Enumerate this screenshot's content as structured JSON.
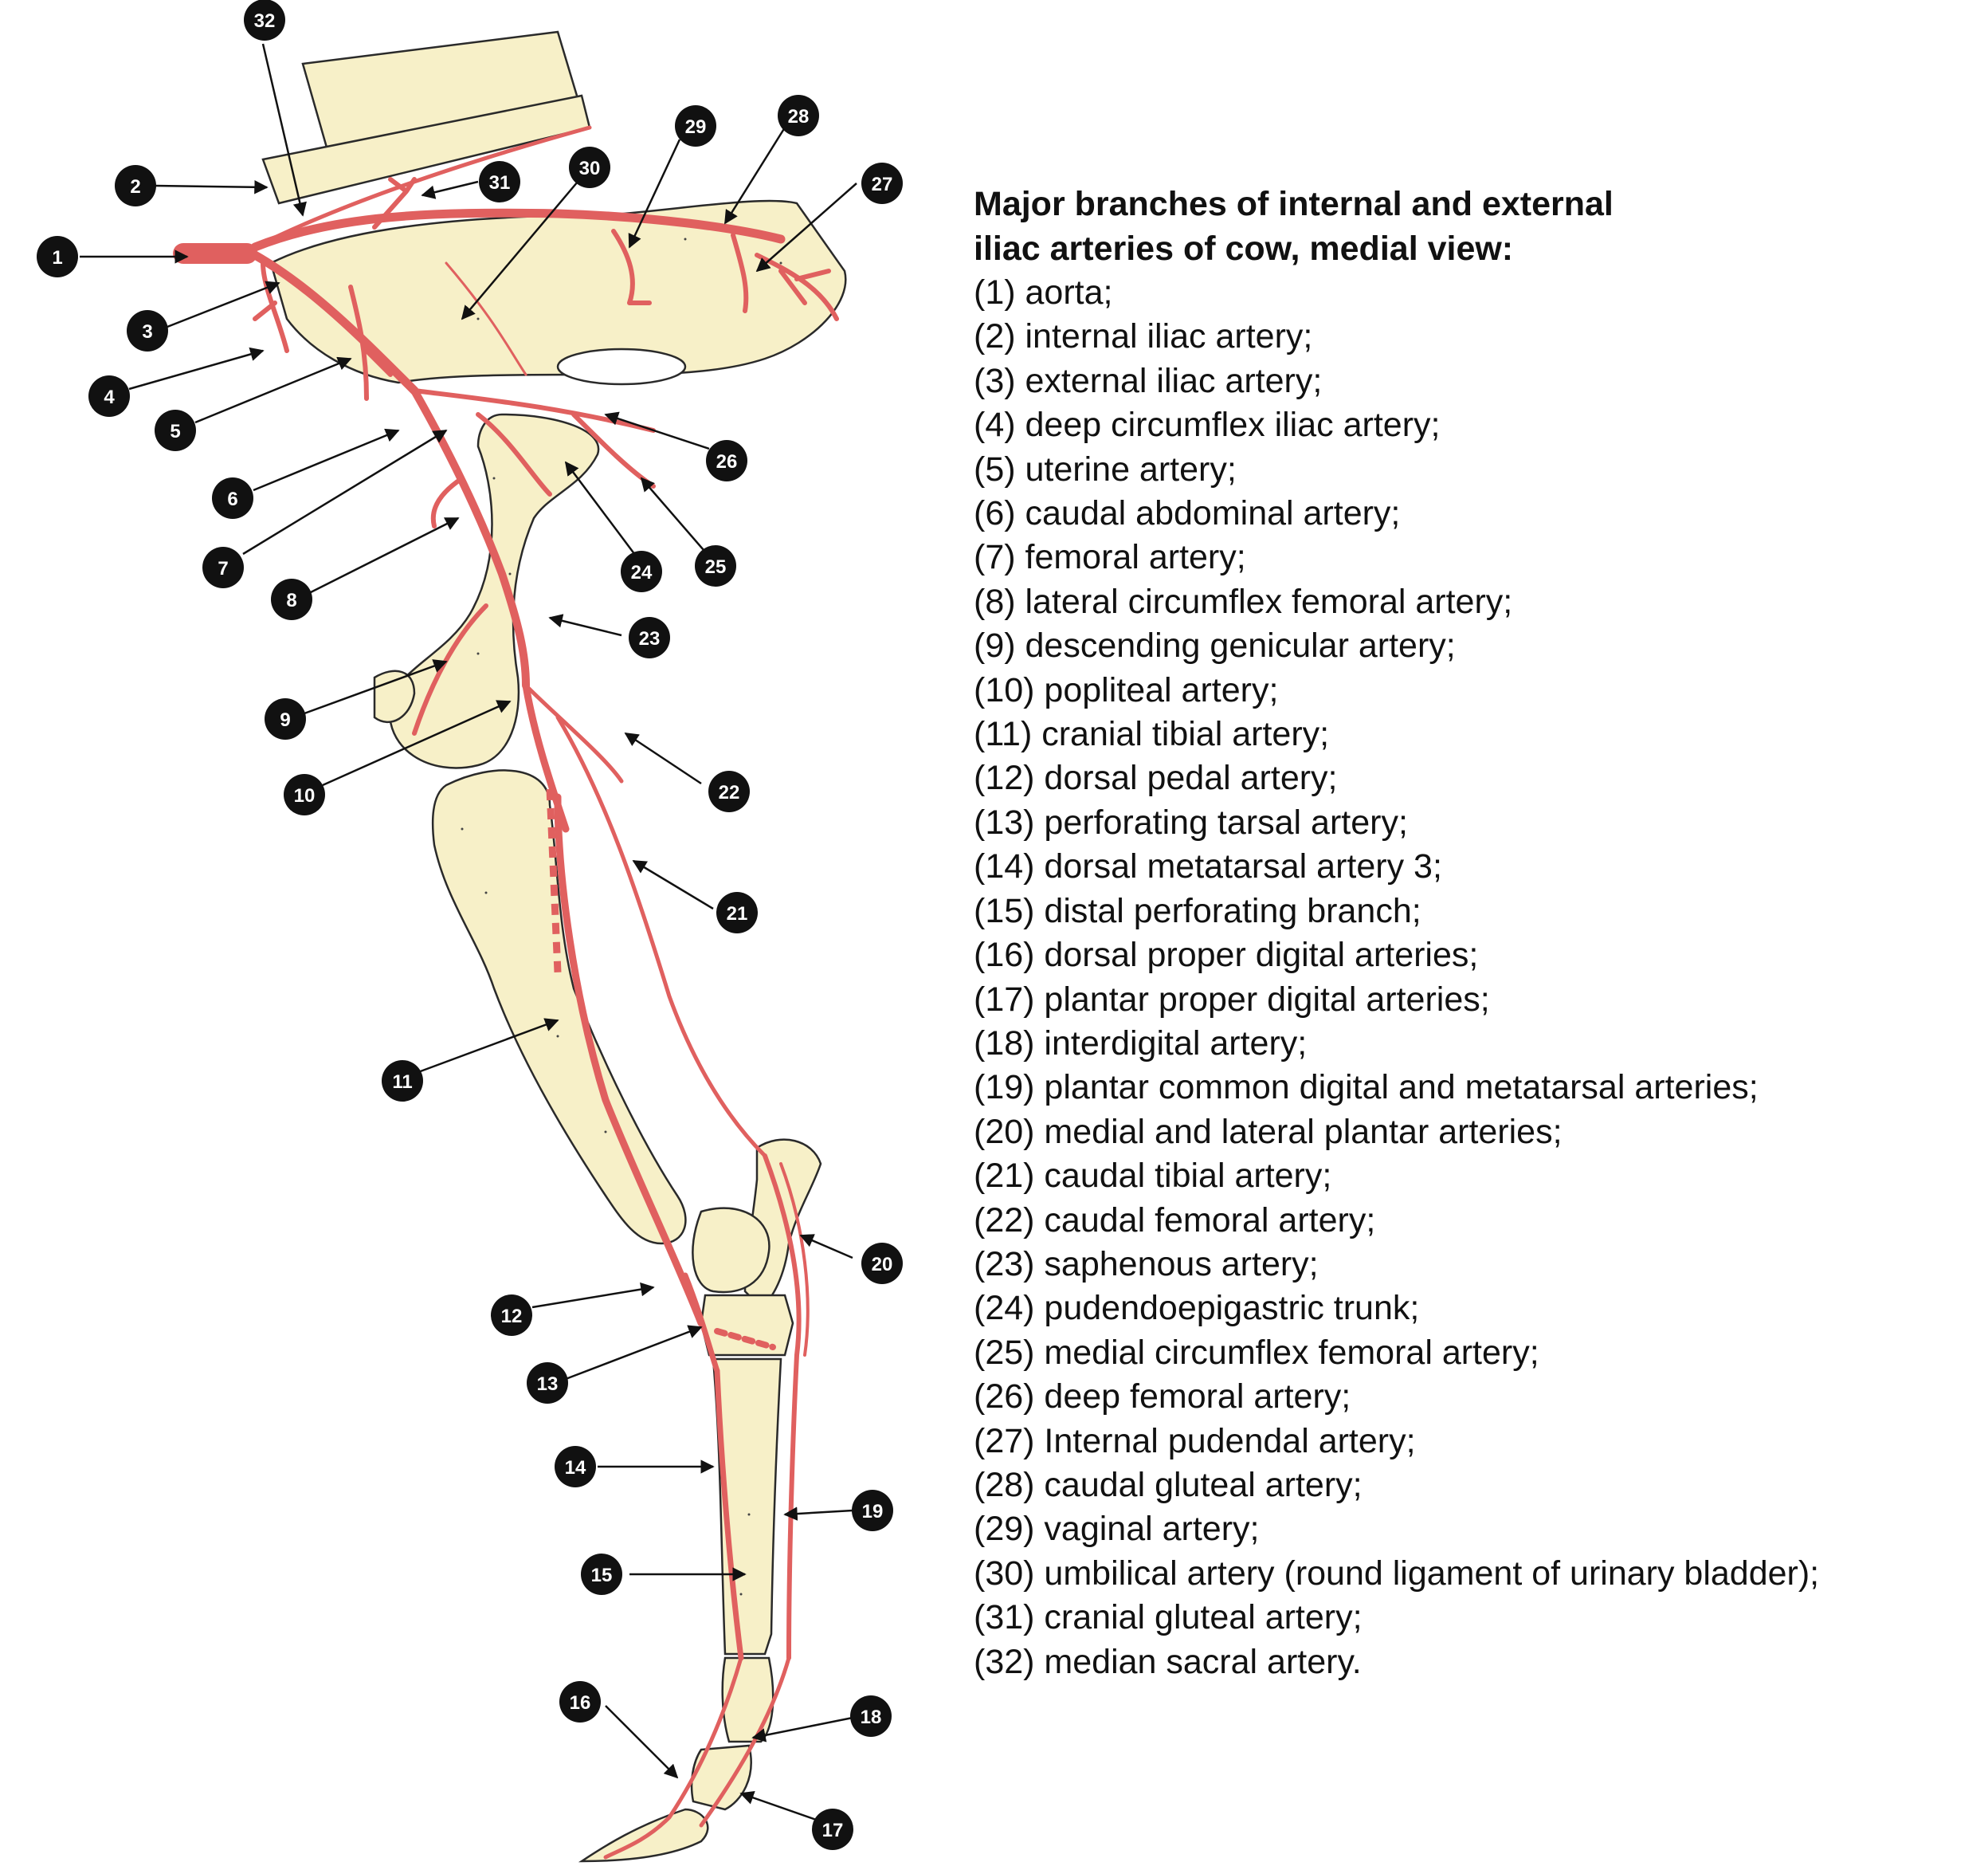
{
  "title_line1": "Major branches of internal and external",
  "title_line2": "iliac arteries of cow, medial view:",
  "legend": [
    "(1) aorta;",
    "(2) internal iliac artery;",
    "(3) external iliac artery;",
    "(4) deep circumflex iliac artery;",
    "(5) uterine artery;",
    "(6) caudal abdominal artery;",
    "(7) femoral artery;",
    "(8) lateral circumflex femoral artery;",
    "(9) descending genicular artery;",
    "(10) popliteal artery;",
    "(11) cranial tibial artery;",
    "(12) dorsal pedal artery;",
    "(13) perforating tarsal artery;",
    "(14) dorsal metatarsal artery 3;",
    "(15) distal perforating branch;",
    "(16) dorsal proper digital arteries;",
    "(17) plantar proper digital arteries;",
    "(18) interdigital artery;",
    "(19) plantar common digital and metatarsal arteries;",
    "(20) medial and lateral plantar arteries;",
    "(21) caudal tibial artery;",
    "(22) caudal femoral artery;",
    "(23) saphenous artery;",
    "(24) pudendoepigastric trunk;",
    "(25) medial circumflex femoral artery;",
    "(26) deep femoral artery;",
    "(27) Internal pudendal artery;",
    "(28) caudal gluteal artery;",
    "(29) vaginal artery;",
    "(30) umbilical artery (round ligament of urinary bladder);",
    "(31) cranial gluteal artery;",
    "(32) median sacral artery."
  ],
  "callouts": [
    "1",
    "2",
    "3",
    "4",
    "5",
    "6",
    "7",
    "8",
    "9",
    "10",
    "11",
    "12",
    "13",
    "14",
    "15",
    "16",
    "17",
    "18",
    "19",
    "20",
    "21",
    "22",
    "23",
    "24",
    "25",
    "26",
    "27",
    "28",
    "29",
    "30",
    "31",
    "32"
  ],
  "colors": {
    "bone": "#f7f0c8",
    "artery": "#e0605f",
    "callout": "#111111",
    "text": "#111111"
  }
}
